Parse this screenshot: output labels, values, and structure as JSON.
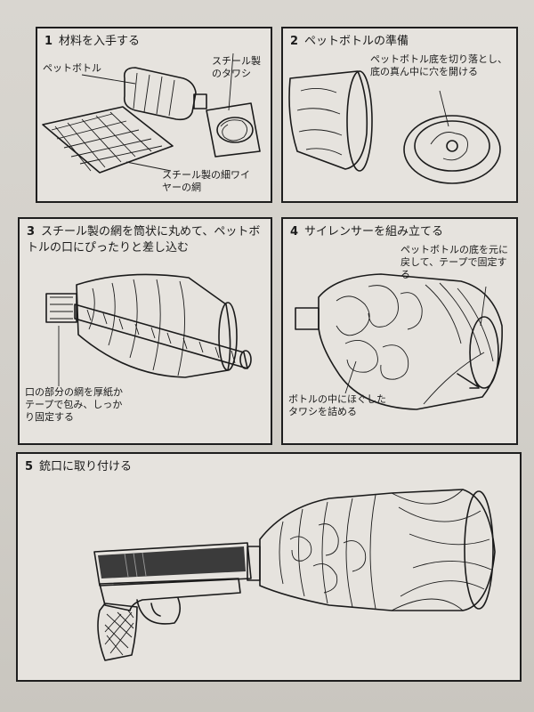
{
  "steps": [
    {
      "number": "1",
      "title": "材料を入手する"
    },
    {
      "number": "2",
      "title": "ペットボトルの準備"
    },
    {
      "number": "3",
      "title": "スチール製の網を筒状に丸めて、ペットボトルの口にぴったりと差し込む"
    },
    {
      "number": "4",
      "title": "サイレンサーを組み立てる"
    },
    {
      "number": "5",
      "title": "銃口に取り付ける"
    }
  ],
  "labels": {
    "pet_bottle": "ペットボトル",
    "steel_scrubber": "スチール製のタワシ",
    "steel_mesh": "スチール製の細ワイヤーの網",
    "cut_bottom": "ペットボトル底を切り落とし、底の真ん中に穴を開ける",
    "wrap_neck": "口の部分の網を厚紙かテープで包み、しっかり固定する",
    "restore_bottom": "ペットボトルの底を元に戻して、テープで固定する",
    "stuff_scrubber": "ボトルの中にほぐしたタワシを詰める"
  }
}
